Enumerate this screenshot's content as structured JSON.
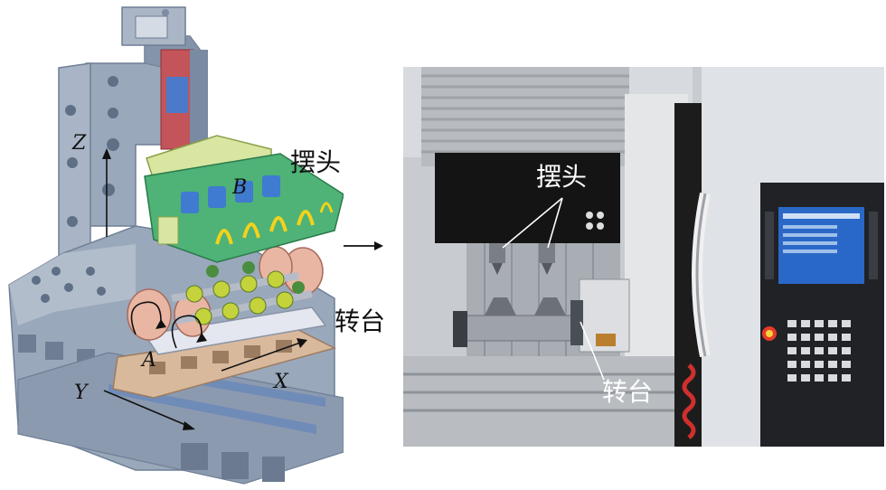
{
  "left_figure": {
    "axis_labels": {
      "z": "Z",
      "b": "B",
      "a": "A",
      "x": "X",
      "y": "Y"
    },
    "swing_head_label": "摆头",
    "turntable_label": "转台"
  },
  "right_photo": {
    "swing_head_label": "摆头",
    "turntable_label": "转台"
  },
  "colors": {
    "machine_gray": "#9aa8bb",
    "head_green": "#4fb277",
    "head_yellow": "#d8e6a1",
    "cradle_pink": "#e9b6a4",
    "base_tan": "#d9b99c",
    "highlight_yellow": "#f2d21b",
    "photo_black": "#141414",
    "screen_blue": "#2a68c8"
  }
}
